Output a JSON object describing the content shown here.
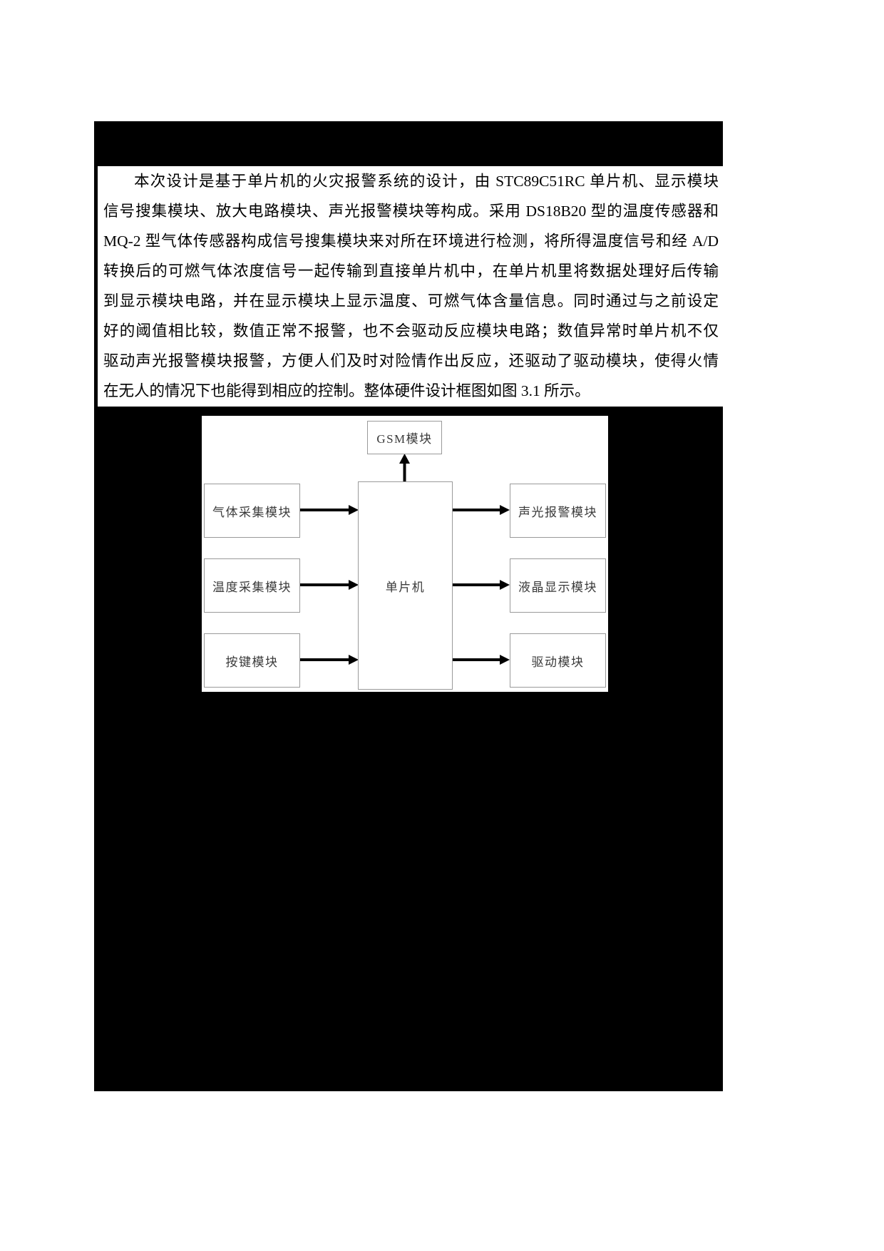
{
  "document": {
    "paragraph": {
      "lines": [
        "本次设计是基于单片机的火灾报警系统的设计，由 STC89C51RC 单片机、显示模块",
        "信号搜集模块、放大电路模块、声光报警模块等构成。采用 DS18B20 型的温度传感器和",
        "MQ-2 型气体传感器构成信号搜集模块来对所在环境进行检测，将所得温度信号和经 A/D",
        "转换后的可燃气体浓度信号一起传输到直接单片机中，在单片机里将数据处理好后传输",
        "到显示模块电路，并在显示模块上显示温度、可燃气体含量信息。同时通过与之前设定",
        "好的阈值相比较，数值正常不报警，也不会驱动反应模块电路；数值异常时单片机不仅",
        "驱动声光报警模块报警，方便人们及时对险情作出反应，还驱动了驱动模块，使得火情",
        "在无人的情况下也能得到相应的控制。整体硬件设计框图如图 3.1 所示。"
      ]
    }
  },
  "diagram": {
    "top_module": "GSM模块",
    "center_module": "单片机",
    "left_modules": [
      "气体采集模块",
      "温度采集模块",
      "按键模块"
    ],
    "right_modules": [
      "声光报警模块",
      "液晶显示模块",
      "驱动模块"
    ]
  },
  "colors": {
    "page_background": "#ffffff",
    "panel_background": "#000000",
    "box_border": "#9a9a9a",
    "box_text": "#3a3a3a",
    "arrow": "#000000"
  }
}
